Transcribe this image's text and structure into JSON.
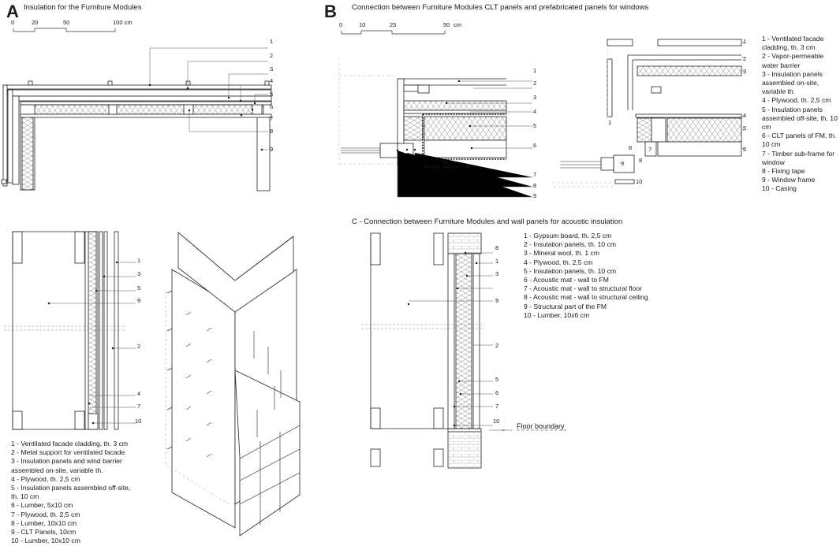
{
  "panel_a": {
    "letter": "A",
    "title": "Insulation for the Furniture Modules",
    "scale_labels": [
      "0",
      "20",
      "50",
      "100 cm"
    ],
    "callouts": [
      "1",
      "2",
      "3",
      "4",
      "5",
      "6",
      "7",
      "8",
      "9"
    ],
    "elev_callouts": [
      "1",
      "3",
      "5",
      "9",
      "2",
      "4",
      "7",
      "10"
    ],
    "legend": [
      "1 - Ventilated facade cladding, th. 3 cm",
      "2 - Metal support for ventilated facade",
      "3 - Insulation panels and wind barrier",
      "assembled on-site, variable th.",
      "4 - Plywood, th. 2,5 cm",
      "5 - Insulation panels assembled off-site,",
      "th. 10 cm",
      "6 - Lumber, 5x10 cm",
      "7 - Plywood, th. 2,5 cm",
      "8 - Lumber, 10x10 cm",
      "9 - CLT Panels, 10cm",
      "10 - Lumber, 10x10 cm"
    ]
  },
  "panel_b": {
    "letter": "B",
    "title": "Connection between Furniture Modules CLT panels and prefabricated panels for windows",
    "scale_labels": [
      "0",
      "10",
      "25",
      "50",
      "cm"
    ],
    "prefab_label": "Prefab. part of F.M.",
    "left_callouts": [
      "1",
      "2",
      "3",
      "4",
      "5",
      "6",
      "7",
      "8",
      "9"
    ],
    "right_callouts": [
      "1",
      "2",
      "3",
      "1",
      "4",
      "5",
      "6",
      "7",
      "8",
      "8",
      "9",
      "10"
    ],
    "legend": [
      "1 - Ventilated facade",
      "cladding, th. 3 cm",
      "2 - Vapor-permeable",
      "water barrier",
      "3 - Insulation panels",
      "assembled on-site,",
      "variable th.",
      "4 - Plywood, th. 2,5 cm",
      "5 - Insulation panels",
      "assembled off-site, th. 10",
      "cm",
      "6 - CLT panels of FM, th.",
      "10 cm",
      "7 - Timber sub-frame for",
      "window",
      "8 - Fixing tape",
      "9 - Window frame",
      "10 - Casing"
    ]
  },
  "panel_c": {
    "title": "C - Connection between Furniture Modules and wall panels for acoustic insulation",
    "floor_label": "Floor boundary",
    "callouts": [
      "8",
      "1",
      "3",
      "9",
      "2",
      "5",
      "6",
      "7",
      "10"
    ],
    "legend": [
      "1 - Gypsum board, th. 2,5 cm",
      "2 - Insulation panels, th. 10 cm",
      "3 - Mineral wool, th. 1 cm",
      "4 - Plywood, th. 2,5 cm",
      "5 - Insulation panels, th. 10 cm",
      "6 - Acoustic mat - wall to FM",
      "7 - Acoustic mat - wall to structural floor",
      "8 - Acoustic mat - wall to structural ceiling",
      "9 - Structural part of the FM",
      "10 - Lumber, 10x6 cm"
    ]
  }
}
